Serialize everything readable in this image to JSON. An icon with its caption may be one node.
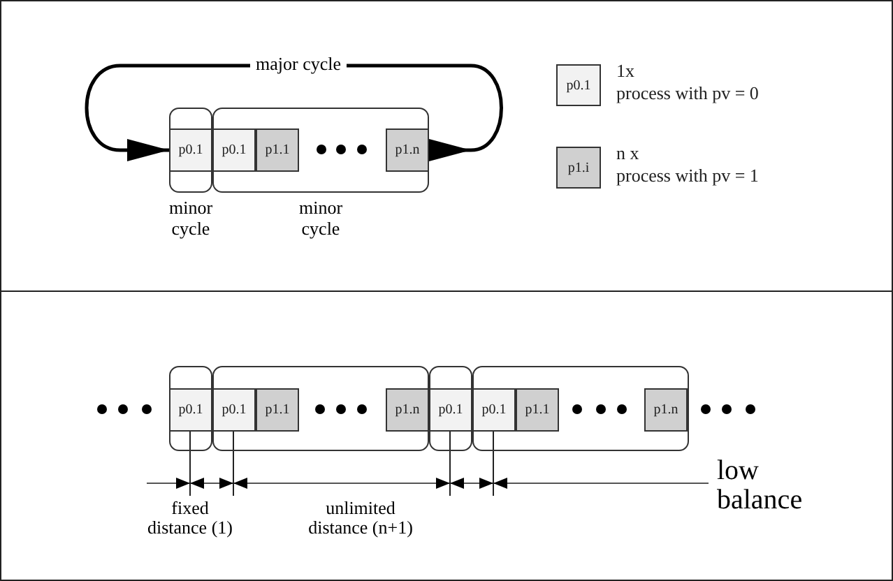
{
  "diagram": {
    "nodes": [
      {
        "text": [
          "minor cycle"
        ]
      },
      {
        "text": [
          "p0.1"
        ],
        "in": 0
      },
      {
        "text": [
          "minor cycle"
        ]
      },
      {
        "text": [
          "p0.1"
        ],
        "in": 2
      },
      {
        "text": [
          "p1.1"
        ],
        "in": 2
      },
      {
        "text": [
          "p1.n"
        ],
        "in": 2
      },
      {
        "text": [
          "p0.1"
        ],
        "beside": [
          "1x",
          "process with pv = 0"
        ]
      },
      {
        "text": [
          "p1.i"
        ],
        "beside": [
          "n x",
          "process with pv = 1"
        ]
      },
      {
        "text": [],
        "shape": "box"
      },
      {
        "text": [
          "p0.1"
        ],
        "in": 8
      },
      {
        "text": [],
        "shape": "box"
      },
      {
        "text": [
          "p0.1"
        ],
        "in": 10
      },
      {
        "text": [
          "p1.1"
        ],
        "in": 10
      },
      {
        "text": [
          "p1.n"
        ],
        "in": 10
      },
      {
        "text": [],
        "shape": "box"
      },
      {
        "text": [
          "p0.1"
        ],
        "in": 14
      },
      {
        "text": [],
        "shape": "box"
      },
      {
        "text": [
          "p0.1"
        ],
        "in": 16
      },
      {
        "text": [
          "p1.1"
        ],
        "in": 16
      },
      {
        "text": [
          "p1.n"
        ],
        "in": 16
      }
    ],
    "edges": [
      {
        "from": 5,
        "to": 1,
        "arrow": "to",
        "label": "major cycle"
      }
    ],
    "labels": [
      "fixed distance (1)",
      "unlimited distance (n+1)",
      "low balance"
    ]
  }
}
